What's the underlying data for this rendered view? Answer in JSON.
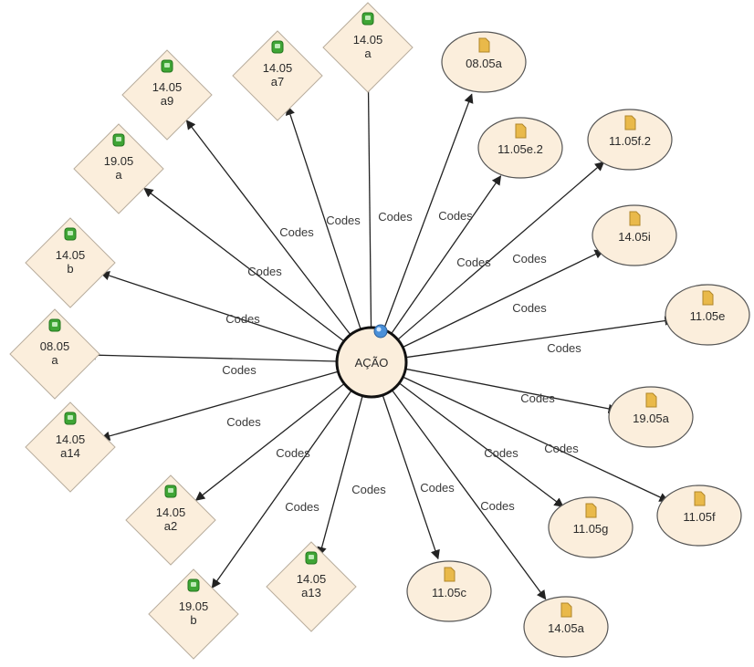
{
  "center": {
    "label": "AÇÃO",
    "icon": "blue-orb-icon"
  },
  "edge_label": "Codes",
  "colors": {
    "node_fill": "#fbeedc",
    "code_icon": "#3fa535",
    "doc_icon": "#e9b94a",
    "center_icon": "#4a90d9"
  },
  "code_nodes": [
    {
      "id": "14.05 a",
      "lines": [
        "14.05",
        "a"
      ]
    },
    {
      "id": "14.05 a7",
      "lines": [
        "14.05",
        "a7"
      ]
    },
    {
      "id": "14.05 a9",
      "lines": [
        "14.05",
        "a9"
      ]
    },
    {
      "id": "19.05 a",
      "lines": [
        "19.05",
        "a"
      ]
    },
    {
      "id": "14.05 b",
      "lines": [
        "14.05",
        "b"
      ]
    },
    {
      "id": "08.05 a",
      "lines": [
        "08.05",
        "a"
      ]
    },
    {
      "id": "14.05 a14",
      "lines": [
        "14.05",
        "a14"
      ]
    },
    {
      "id": "14.05 a2",
      "lines": [
        "14.05",
        "a2"
      ]
    },
    {
      "id": "19.05 b",
      "lines": [
        "19.05",
        "b"
      ]
    },
    {
      "id": "14.05 a13",
      "lines": [
        "14.05",
        "a13"
      ]
    }
  ],
  "document_nodes": [
    {
      "id": "08.05a",
      "label": "08.05a"
    },
    {
      "id": "11.05e.2",
      "label": "11.05e.2"
    },
    {
      "id": "11.05f.2",
      "label": "11.05f.2"
    },
    {
      "id": "14.05i",
      "label": "14.05i"
    },
    {
      "id": "11.05e",
      "label": "11.05e"
    },
    {
      "id": "19.05a",
      "label": "19.05a"
    },
    {
      "id": "11.05f",
      "label": "11.05f"
    },
    {
      "id": "11.05g",
      "label": "11.05g"
    },
    {
      "id": "14.05a",
      "label": "14.05a"
    },
    {
      "id": "11.05c",
      "label": "11.05c"
    }
  ]
}
